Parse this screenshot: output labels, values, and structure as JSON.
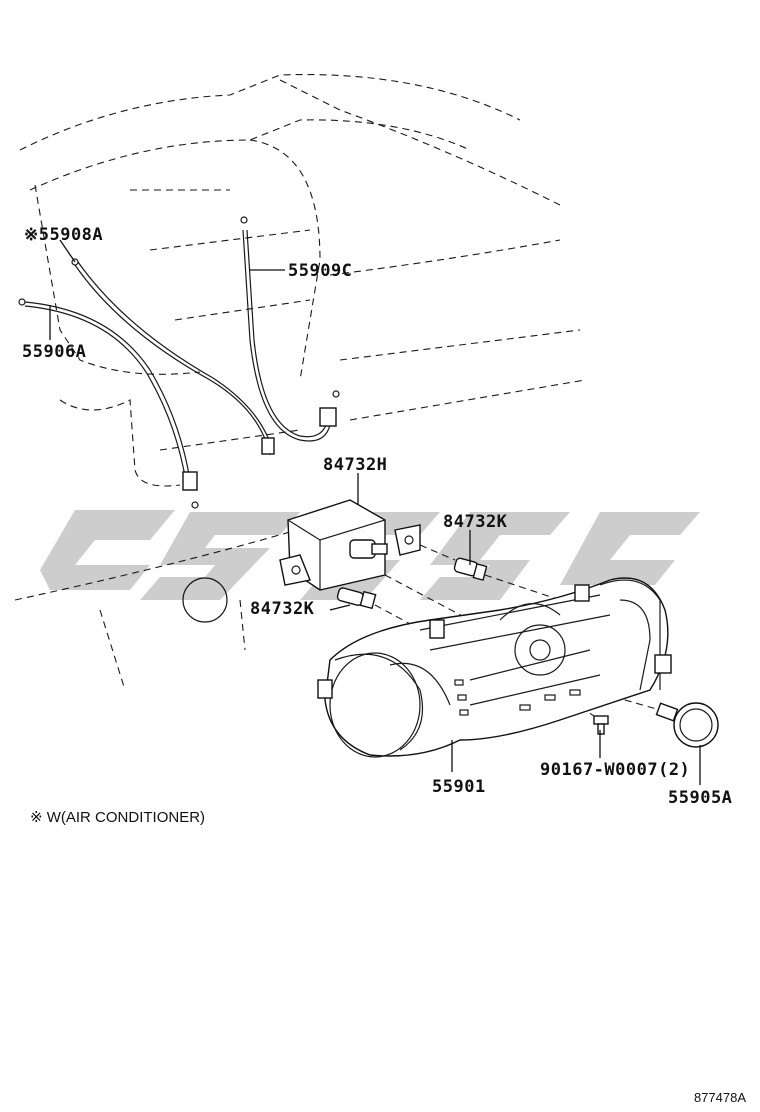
{
  "labels": {
    "p55908A": "※55908A",
    "p55909C": "55909C",
    "p55906A": "55906A",
    "p84732H": "84732H",
    "p84732K_right": "84732K",
    "p84732K_left": "84732K",
    "p55901": "55901",
    "p90167": "90167-W0007(2)",
    "p55905A": "55905A"
  },
  "footnote": "※ W(AIR CONDITIONER)",
  "diagram_code": "877478A",
  "watermark_color": "#c8c8c8"
}
